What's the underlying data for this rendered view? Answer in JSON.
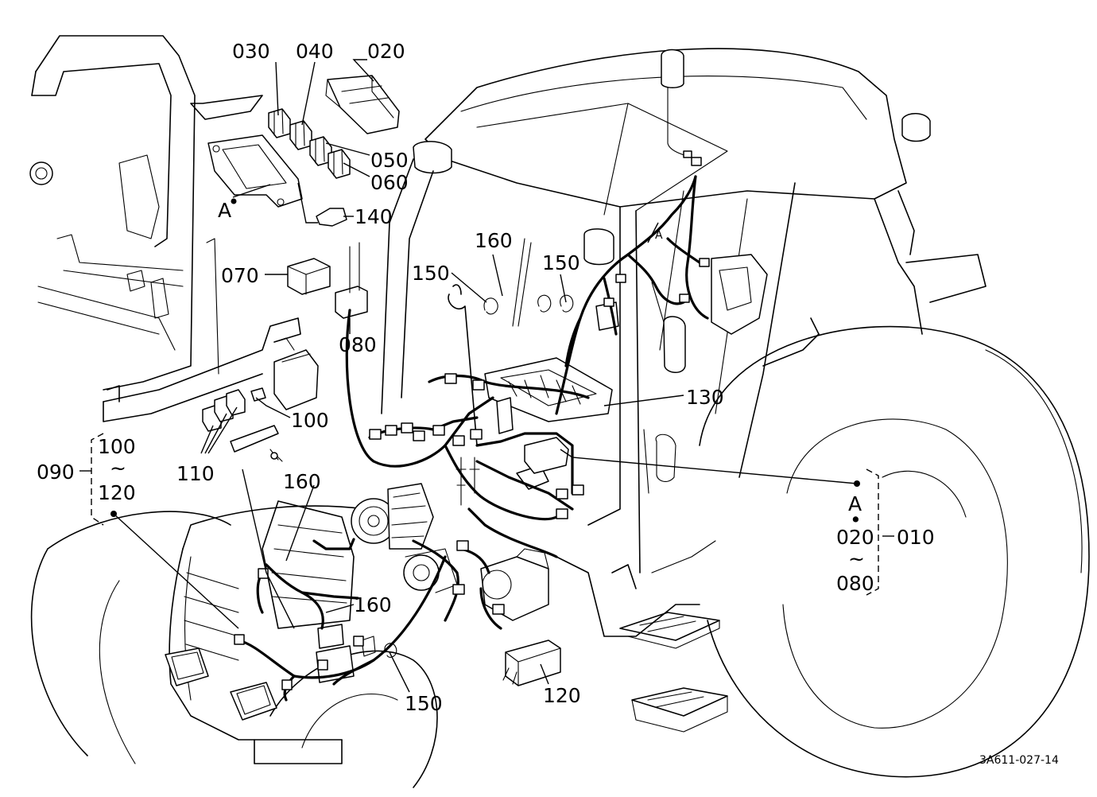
{
  "diagram": {
    "drawing_number": "3A611-027-14",
    "callouts": {
      "c010": "010",
      "c020": "020",
      "c030": "030",
      "c040": "040",
      "c050": "050",
      "c060": "060",
      "c070": "070",
      "c080": "080",
      "c090": "090",
      "c100": "100",
      "c110": "110",
      "c120": "120",
      "c130": "130",
      "c140": "140",
      "c150_left": "150",
      "c150_right": "150",
      "c150_bottom": "150",
      "c160_top": "160",
      "c160_mid": "160",
      "c160_low": "160"
    },
    "group_left": {
      "from": "100",
      "tilde": "~",
      "to": "120",
      "parent": "090"
    },
    "group_right": {
      "ref": "A",
      "bullet": "•",
      "from": "020",
      "tilde": "~",
      "to": "080",
      "parent": "010"
    },
    "detail_ref_left": "A",
    "detail_ref_cab": "A"
  }
}
